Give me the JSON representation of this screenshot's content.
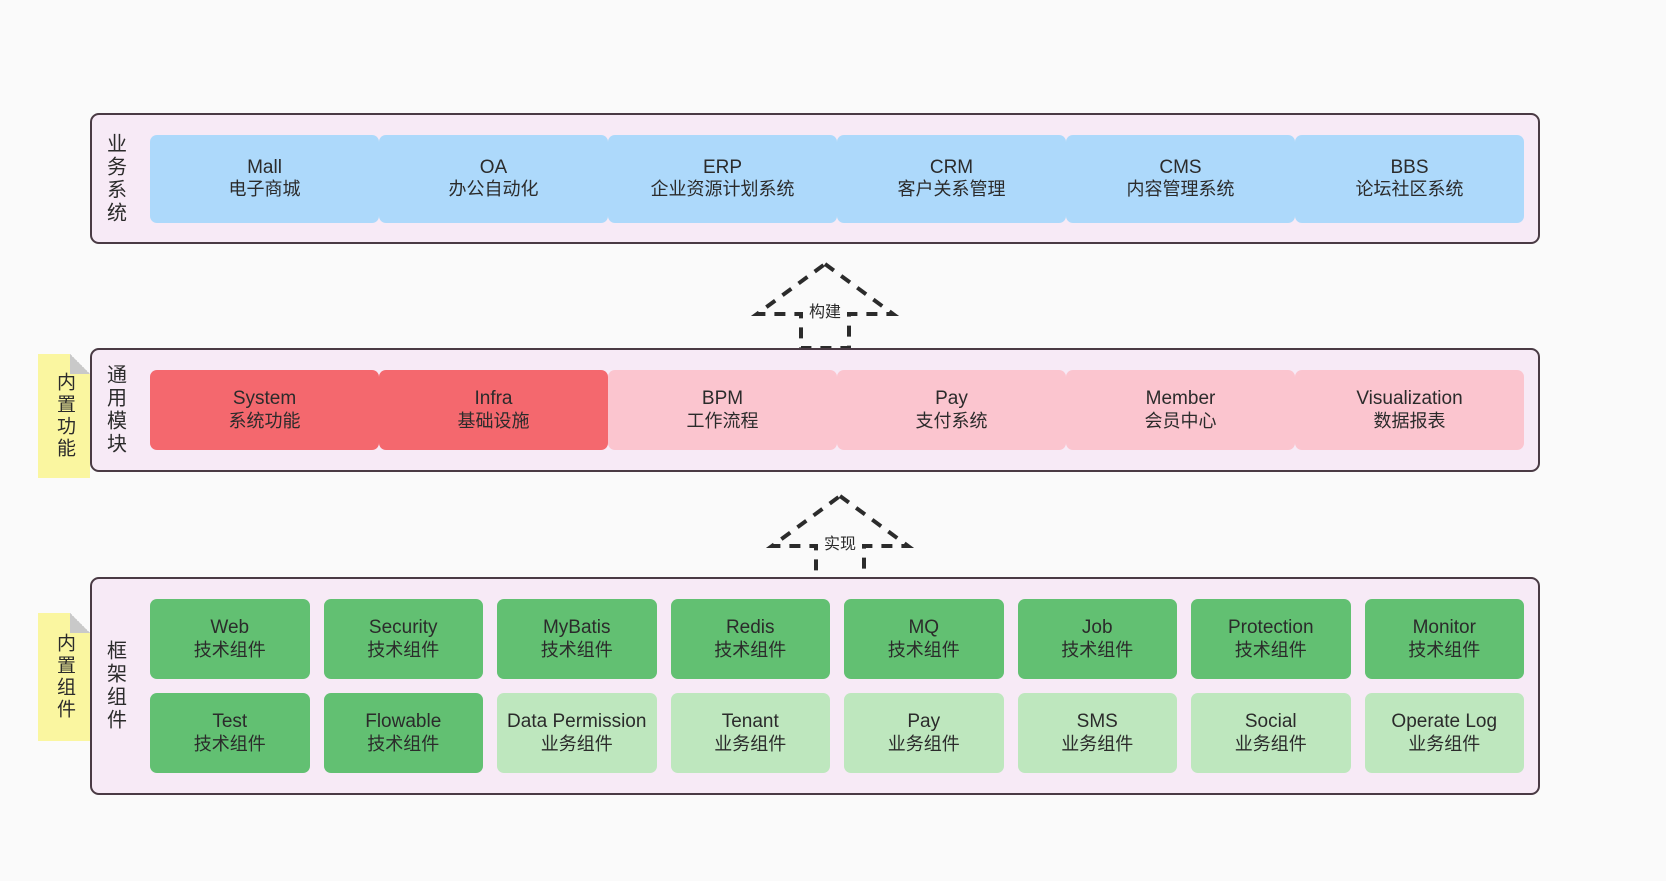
{
  "diagram": {
    "background": "#FAFAFA",
    "container_bg": "#F7EAF6",
    "container_border": "#4A3A44",
    "colors": {
      "business": "#ADD9FB",
      "module_active": "#F4686E",
      "module_plain": "#FBC5CF",
      "tech_component": "#62C072",
      "biz_component": "#BEE7BE",
      "sticky": "#FAF6A0"
    }
  },
  "layers": {
    "business": {
      "title": "业务系统",
      "cards": [
        {
          "title": "Mall",
          "sub": "电子商城"
        },
        {
          "title": "OA",
          "sub": "办公自动化"
        },
        {
          "title": "ERP",
          "sub": "企业资源计划系统"
        },
        {
          "title": "CRM",
          "sub": "客户关系管理"
        },
        {
          "title": "CMS",
          "sub": "内容管理系统"
        },
        {
          "title": "BBS",
          "sub": "论坛社区系统"
        }
      ]
    },
    "module": {
      "title": "通用模块",
      "sticky": "内置功能",
      "cards": [
        {
          "title": "System",
          "sub": "系统功能"
        },
        {
          "title": "Infra",
          "sub": "基础设施"
        },
        {
          "title": "BPM",
          "sub": "工作流程"
        },
        {
          "title": "Pay",
          "sub": "支付系统"
        },
        {
          "title": "Member",
          "sub": "会员中心"
        },
        {
          "title": "Visualization",
          "sub": "数据报表"
        }
      ]
    },
    "framework": {
      "title": "框架组件",
      "sticky": "内置组件",
      "row1": [
        {
          "title": "Web",
          "sub": "技术组件"
        },
        {
          "title": "Security",
          "sub": "技术组件"
        },
        {
          "title": "MyBatis",
          "sub": "技术组件"
        },
        {
          "title": "Redis",
          "sub": "技术组件"
        },
        {
          "title": "MQ",
          "sub": "技术组件"
        },
        {
          "title": "Job",
          "sub": "技术组件"
        },
        {
          "title": "Protection",
          "sub": "技术组件"
        },
        {
          "title": "Monitor",
          "sub": "技术组件"
        }
      ],
      "row2": [
        {
          "title": "Test",
          "sub": "技术组件"
        },
        {
          "title": "Flowable",
          "sub": "技术组件"
        },
        {
          "title": "Data Permission",
          "sub": "业务组件"
        },
        {
          "title": "Tenant",
          "sub": "业务组件"
        },
        {
          "title": "Pay",
          "sub": "业务组件"
        },
        {
          "title": "SMS",
          "sub": "业务组件"
        },
        {
          "title": "Social",
          "sub": "业务组件"
        },
        {
          "title": "Operate Log",
          "sub": "业务组件"
        }
      ]
    }
  },
  "arrows": [
    {
      "label": "构建"
    },
    {
      "label": "实现"
    }
  ]
}
